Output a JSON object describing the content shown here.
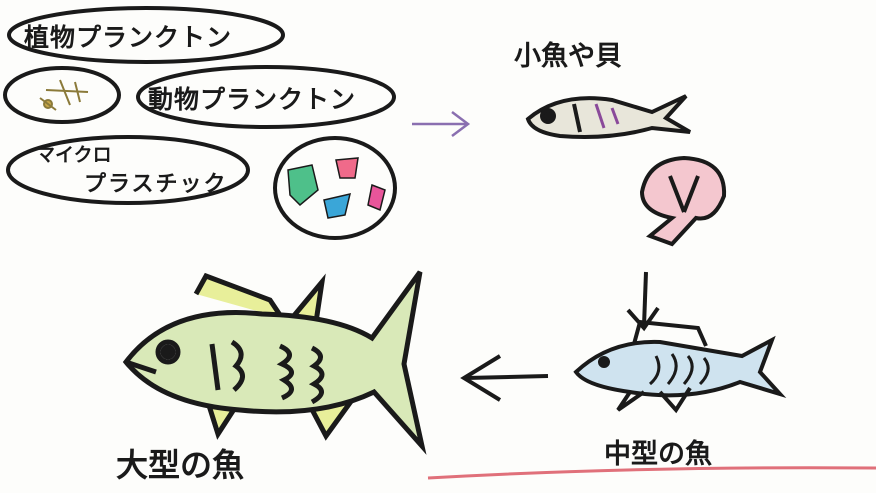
{
  "labels": {
    "phytoplankton": "植物プランクトン",
    "zooplankton": "動物プランクトン",
    "microplastic_line1": "マイクロ",
    "microplastic_line2": "プラスチック",
    "small_fish_shellfish": "小魚や貝",
    "medium_fish": "中型の魚",
    "large_fish": "大型の魚"
  },
  "colors": {
    "ink": "#1a1a1a",
    "arrow_purple": "#8a6fb0",
    "shell_pink": "#f4c7cf",
    "fish_blue": "#cfe3ef",
    "fish_green": "#d9e9b8",
    "fin_yellow": "#e8ef9a",
    "margin_red": "#e0707a"
  },
  "icons": [
    "zooplankton-doodle",
    "plastic-fragments",
    "small-fish",
    "shell",
    "medium-fish",
    "large-fish"
  ]
}
